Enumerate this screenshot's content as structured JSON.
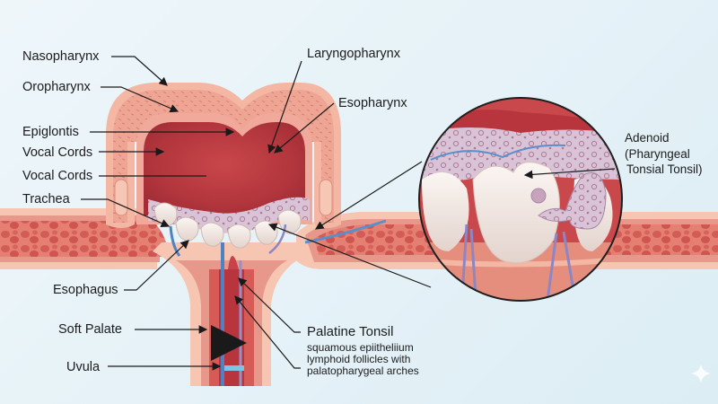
{
  "diagram": {
    "subject": "Pharynx and tonsil anatomy illustration",
    "labels_left": [
      {
        "id": "nasopharynx",
        "text": "Nasopharynx"
      },
      {
        "id": "oropharynx",
        "text": "Oropharynx"
      },
      {
        "id": "epiglottis",
        "text": "Epiglontis"
      },
      {
        "id": "vocal-cords-1",
        "text": "Vocal Cords"
      },
      {
        "id": "vocal-cords-2",
        "text": "Vocal Cords"
      },
      {
        "id": "trachea",
        "text": "Trachea"
      },
      {
        "id": "esophagus",
        "text": "Esophagus"
      },
      {
        "id": "soft-palate",
        "text": "Soft Palate"
      },
      {
        "id": "uvula",
        "text": "Uvula"
      }
    ],
    "labels_top": [
      {
        "id": "laryngopharynx",
        "text": "Laryngopharynx"
      },
      {
        "id": "esopharynx",
        "text": "Esopharynx"
      }
    ],
    "adenoid": {
      "line1": "Adenoid",
      "line2": "(Pharyngeal",
      "line3": "Tonsial Tonsil)"
    },
    "palatine": {
      "title": "Palatine Tonsil",
      "line1": "squamous epiitheliium",
      "line2": "lymphoid follicles with",
      "line3": "palatopharygeal arches"
    },
    "colors": {
      "background": "#e6f2f8",
      "tissue_outer": "#f2b49e",
      "tissue_mid": "#e58e7e",
      "cavity": "#b83a3f",
      "tonsil": "#f3ebe6",
      "vessel_blue": "#5b8fc9",
      "vessel_purple": "#8e86c2",
      "mucosa": "#cdb4cf"
    },
    "watermark_icon": "sparkle-icon"
  }
}
